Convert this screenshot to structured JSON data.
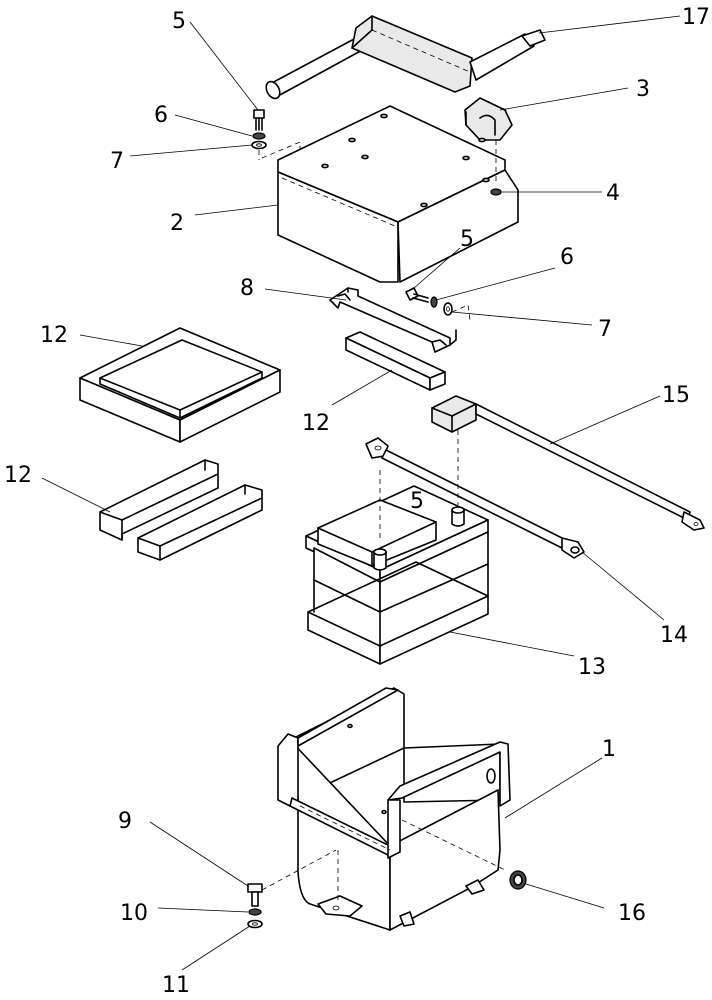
{
  "callouts": {
    "c1": "1",
    "c2": "2",
    "c3": "3",
    "c4": "4",
    "c5a": "5",
    "c5b": "5",
    "c5c": "5",
    "c6a": "6",
    "c6b": "6",
    "c7a": "7",
    "c7b": "7",
    "c8": "8",
    "c9": "9",
    "c10": "10",
    "c11": "11",
    "c12a": "12",
    "c12b": "12",
    "c12c": "12",
    "c13": "13",
    "c14": "14",
    "c15": "15",
    "c16": "16",
    "c17": "17"
  }
}
